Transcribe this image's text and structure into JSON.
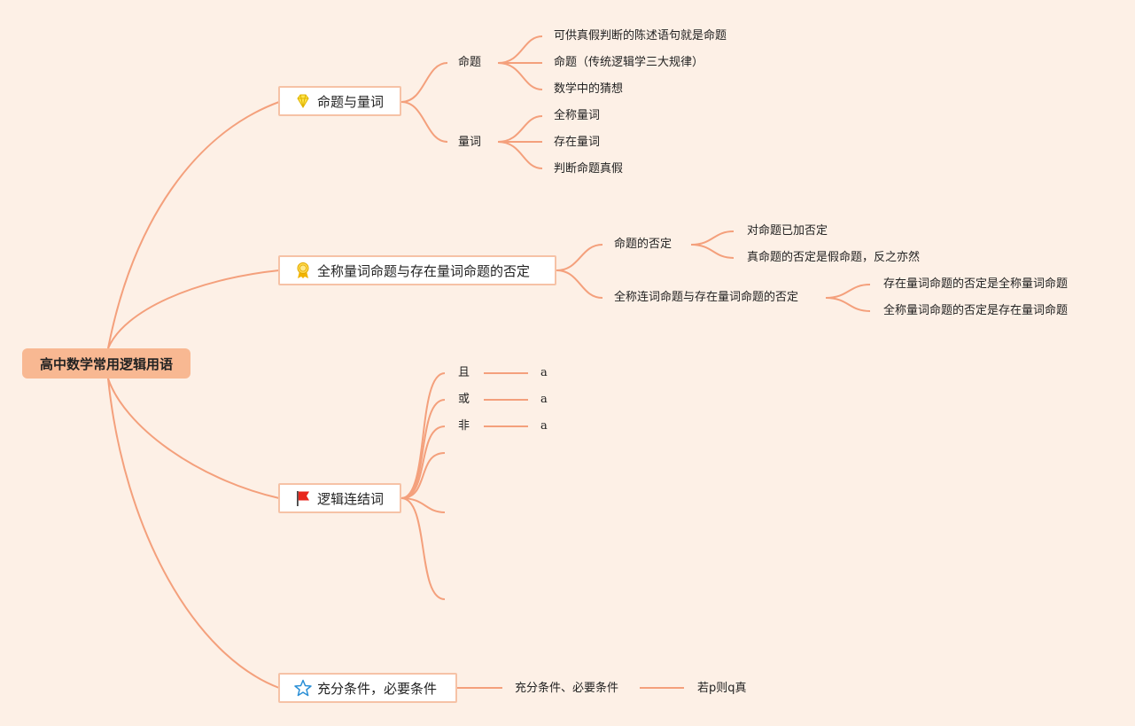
{
  "root": {
    "label": "高中数学常用逻辑用语"
  },
  "branches": {
    "b1": {
      "label": "命题与量词",
      "icon": "diamond-icon",
      "sub1": {
        "label": "命题",
        "items": [
          "可供真假判断的陈述语句就是命题",
          "命题（传统逻辑学三大规律）",
          "数学中的猜想"
        ]
      },
      "sub2": {
        "label": "量词",
        "items": [
          "全称量词",
          "存在量词",
          "判断命题真假"
        ]
      }
    },
    "b2": {
      "label": "全称量词命题与存在量词命题的否定",
      "icon": "award-ribbon-icon",
      "sub1": {
        "label": "命题的否定",
        "items": [
          "对命题已加否定",
          "真命题的否定是假命题，反之亦然"
        ]
      },
      "sub2": {
        "label": "全称连词命题与存在量词命题的否定",
        "items": [
          "存在量词命题的否定是全称量词命题",
          "全称量词命题的否定是存在量词命题"
        ]
      }
    },
    "b3": {
      "label": "逻辑连结词",
      "icon": "flag-icon",
      "items": [
        {
          "label": "且",
          "child": "a"
        },
        {
          "label": "或",
          "child": "a"
        },
        {
          "label": "非",
          "child": "a"
        }
      ]
    },
    "b4": {
      "label": "充分条件，必要条件",
      "icon": "star-icon",
      "sub": {
        "label": "充分条件、必要条件",
        "child": "若p则q真"
      }
    }
  },
  "colors": {
    "background": "#fdf0e6",
    "link": "#f4a07c",
    "root_fill": "#f8b892",
    "node_border": "#f6c2a6"
  }
}
